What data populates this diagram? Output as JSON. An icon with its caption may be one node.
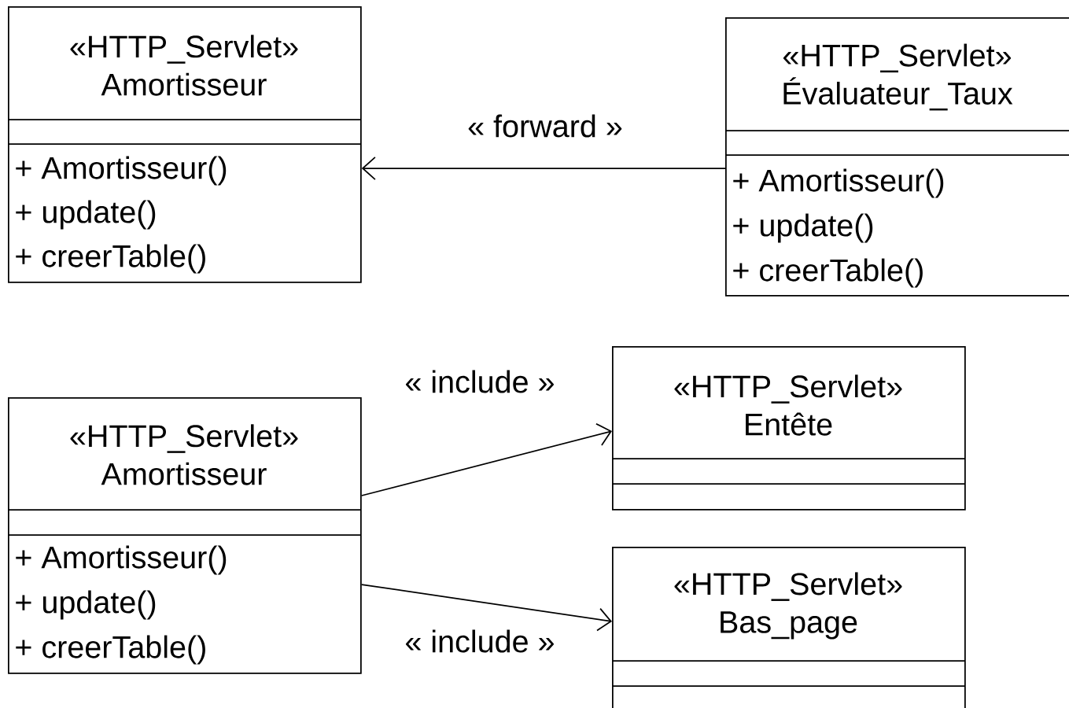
{
  "diagram": {
    "nodes": [
      {
        "text": [
          "«HTTP_Servlet» Amortisseur",
          "+ Amortisseur()",
          "+ update()",
          "+ creerTable()"
        ]
      },
      {
        "text": [
          "«HTTP_Servlet» Évaluateur_Taux",
          "+ Amortisseur()",
          "+ update()",
          "+ creerTable()"
        ]
      },
      {
        "text": [
          "«HTTP_Servlet» Amortisseur",
          "+ Amortisseur()",
          "+ update()",
          "+ creerTable()"
        ]
      },
      {
        "text": [
          "«HTTP_Servlet» Entête"
        ]
      },
      {
        "text": [
          "«HTTP_Servlet» Bas_page"
        ]
      }
    ],
    "edges": [
      {
        "from": 1,
        "to": 0,
        "arrow": "to",
        "label": "« forward »"
      },
      {
        "from": 2,
        "to": 3,
        "arrow": "to",
        "label": "« include »"
      },
      {
        "from": 2,
        "to": 4,
        "arrow": "to",
        "label": "« include »"
      }
    ]
  }
}
